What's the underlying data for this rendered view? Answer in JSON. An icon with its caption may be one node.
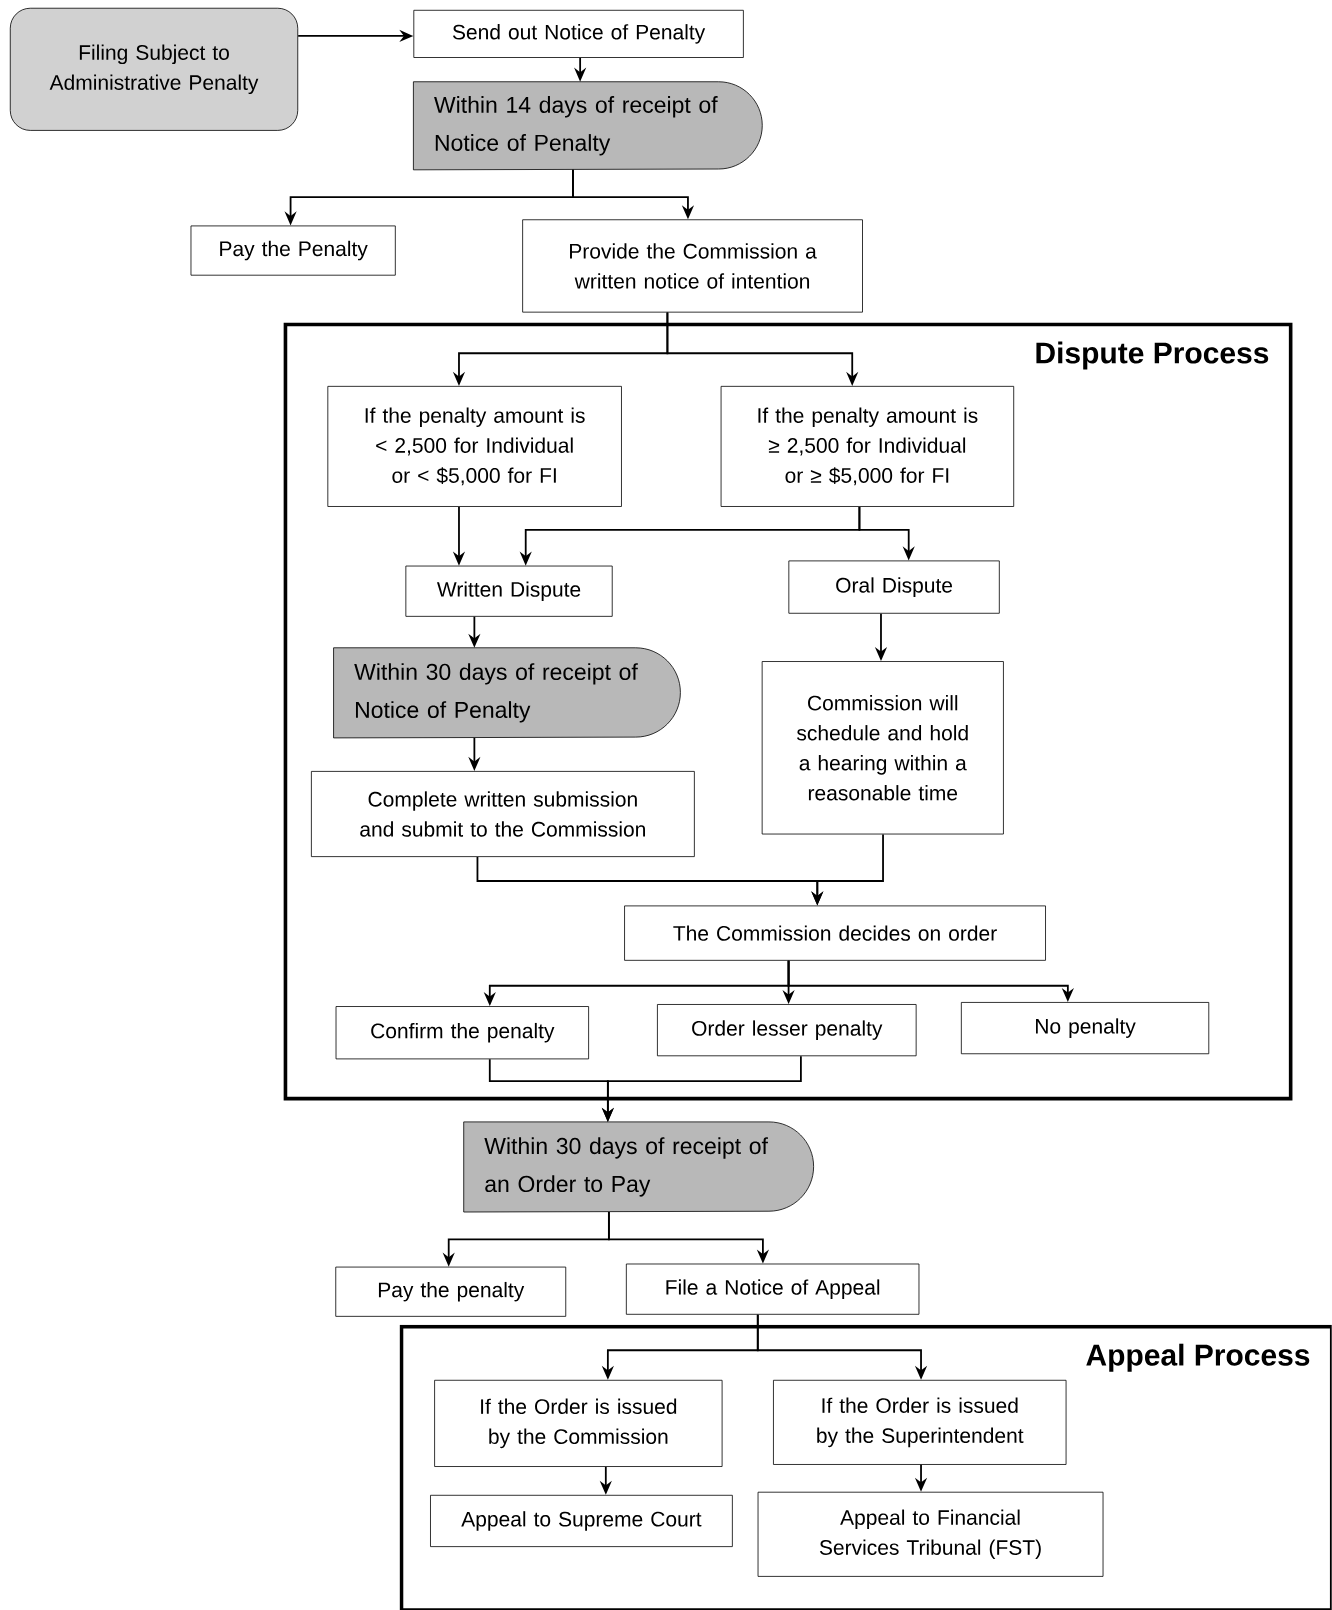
{
  "diagram": {
    "nodes": [
      {
        "text": [
          "Filing Subject to Administrative Penalty"
        ]
      },
      {
        "text": [
          "Send out Notice of Penalty"
        ]
      },
      {
        "text": [
          "Within 14 days of receipt of Notice of Penalty"
        ]
      },
      {
        "text": [
          "Pay the Penalty"
        ]
      },
      {
        "text": [
          "Provide the Commission a written notice of intention"
        ]
      },
      {
        "text": [
          "Dispute Process"
        ]
      },
      {
        "text": [
          "If the penalty amount is < 2,500 for Individual or < $5,000 for FI"
        ],
        "in": 5
      },
      {
        "text": [
          "If the penalty amount is ≥ 2,500 for Individual or ≥ $5,000 for FI"
        ],
        "in": 5
      },
      {
        "text": [
          "Written Dispute"
        ],
        "in": 5
      },
      {
        "text": [
          "Oral Dispute"
        ],
        "in": 5
      },
      {
        "text": [
          "Within 30 days of receipt of Notice of Penalty"
        ],
        "in": 5
      },
      {
        "text": [
          "Commission will schedule and hold a hearing within a reasonable time"
        ],
        "in": 5
      },
      {
        "text": [
          "Complete written submission and submit to the Commission"
        ],
        "in": 5
      },
      {
        "text": [
          "The Commission decides on order"
        ],
        "in": 5
      },
      {
        "text": [
          "Confirm the penalty"
        ],
        "in": 5
      },
      {
        "text": [
          "Order lesser penalty"
        ],
        "in": 5
      },
      {
        "text": [
          "No penalty"
        ],
        "in": 5
      },
      {
        "text": [
          "Within 30 days of receipt of an Order to Pay"
        ]
      },
      {
        "text": [
          "Pay the penalty"
        ]
      },
      {
        "text": [
          "File a Notice of Appeal"
        ]
      },
      {
        "text": [
          "Appeal Process"
        ]
      },
      {
        "text": [
          "If the Order is issued by the Commission"
        ],
        "in": 20
      },
      {
        "text": [
          "If the Order is issued by the Superintendent"
        ],
        "in": 20
      },
      {
        "text": [
          "Appeal to Supreme Court"
        ],
        "in": 20
      },
      {
        "text": [
          "Appeal to Financial Services Tribunal (FST)"
        ],
        "in": 20
      }
    ],
    "edges": [
      {
        "from": 0,
        "to": 1,
        "arrow": "to"
      },
      {
        "from": 1,
        "to": 2,
        "arrow": "to"
      },
      {
        "from": 2,
        "to": 3,
        "arrow": "to"
      },
      {
        "from": 2,
        "to": 4,
        "arrow": "to"
      },
      {
        "from": 4,
        "to": 6,
        "arrow": "to"
      },
      {
        "from": 4,
        "to": 7,
        "arrow": "to"
      },
      {
        "from": 6,
        "to": 8,
        "arrow": "to"
      },
      {
        "from": 7,
        "to": 8,
        "arrow": "to"
      },
      {
        "from": 7,
        "to": 9,
        "arrow": "to"
      },
      {
        "from": 8,
        "to": 10,
        "arrow": "to"
      },
      {
        "from": 10,
        "to": 12,
        "arrow": "to"
      },
      {
        "from": 9,
        "to": 11,
        "arrow": "to"
      },
      {
        "from": 12,
        "to": 13,
        "arrow": "to"
      },
      {
        "from": 11,
        "to": 13,
        "arrow": "to"
      },
      {
        "from": 13,
        "to": 14,
        "arrow": "to"
      },
      {
        "from": 13,
        "to": 15,
        "arrow": "to"
      },
      {
        "from": 13,
        "to": 16,
        "arrow": "to"
      },
      {
        "from": 14,
        "to": 17,
        "arrow": "to"
      },
      {
        "from": 15,
        "to": 17,
        "arrow": "to"
      },
      {
        "from": 17,
        "to": 18,
        "arrow": "to"
      },
      {
        "from": 17,
        "to": 19,
        "arrow": "to"
      },
      {
        "from": 19,
        "to": 21,
        "arrow": "to"
      },
      {
        "from": 19,
        "to": 22,
        "arrow": "to"
      },
      {
        "from": 21,
        "to": 23,
        "arrow": "to"
      },
      {
        "from": 22,
        "to": 24,
        "arrow": "to"
      }
    ]
  }
}
